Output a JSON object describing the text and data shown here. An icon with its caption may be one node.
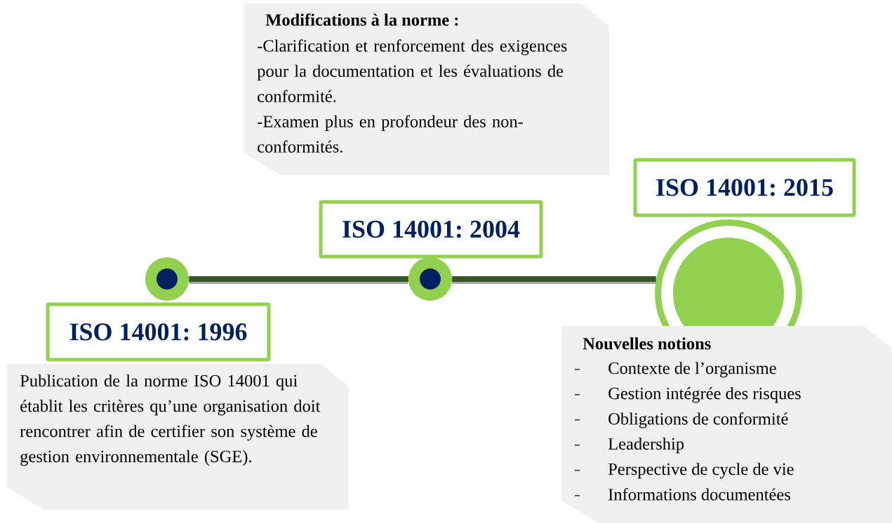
{
  "diagram": {
    "nodes": [
      {
        "text": [],
        "shape": "circle"
      },
      {
        "text": [],
        "shape": "circle"
      },
      {
        "text": [],
        "shape": "circle"
      },
      {
        "text": [
          "ISO 14001: 1996"
        ]
      },
      {
        "text": [
          "ISO 14001: 2004"
        ]
      },
      {
        "text": [
          "ISO 14001: 2015"
        ]
      },
      {
        "text": [
          "Publication de la norme ISO 14001 qui établit les critères qu’une organisation doit rencontrer afin de certifier son système de gestion environnementale (SGE)."
        ]
      },
      {
        "text": [
          "Modifications à la norme :",
          "-Clarification et renforcement des exigences pour la documentation et les évaluations de conformité.",
          "-Examen plus en profondeur des non-conformités."
        ]
      },
      {
        "text": [
          "Nouvelles notions",
          "Contexte de l’organisme",
          "Gestion intégrée des risques",
          "Obligations de conformité",
          "Leadership",
          "Perspective de cycle de vie",
          "Informations documentées"
        ]
      }
    ],
    "edges": [
      {
        "from": 0,
        "to": 1,
        "arrow": "none"
      },
      {
        "from": 1,
        "to": 2,
        "arrow": "none"
      }
    ]
  }
}
